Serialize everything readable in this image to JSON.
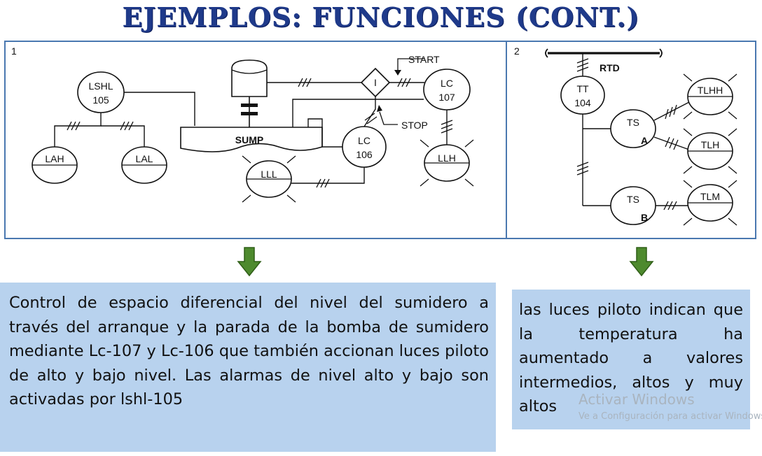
{
  "title": "EJEMPLOS: FUNCIONES (CONT.)",
  "diagram1": {
    "number": "1",
    "labels": {
      "lshl": "LSHL",
      "lshl_num": "105",
      "sump": "SUMP",
      "lah": "LAH",
      "lal": "LAL",
      "lll": "LLL",
      "llh": "LLH",
      "lc106": "LC",
      "lc106_num": "106",
      "lc107": "LC",
      "lc107_num": "107",
      "start": "START",
      "stop": "STOP",
      "interlock": "I"
    }
  },
  "diagram2": {
    "number": "2",
    "labels": {
      "rtd": "RTD",
      "tt": "TT",
      "tt_num": "104",
      "tsa": "TS",
      "tsa_sub": "A",
      "tsb": "TS",
      "tsb_sub": "B",
      "tlhh": "TLHH",
      "tlh": "TLH",
      "tlm": "TLM"
    }
  },
  "box1": {
    "text": "Control de espacio diferencial del nivel del sumidero a través del arranque y la parada de la bomba de sumidero mediante Lc-107 y Lc-106 que también accionan luces piloto de alto y bajo nivel. Las alarmas de nivel alto y bajo son activadas por lshl-105"
  },
  "box2": {
    "text": "las luces piloto indican que la temperatura ha aumentado a valores intermedios, altos y muy altos"
  },
  "watermark": {
    "line1": "Activar Windows",
    "line2": "Ve a Configuración para activar Windows."
  },
  "colors": {
    "title": "#1f3a8a",
    "frame": "#4a78b0",
    "box": "#b8d2ee",
    "arrow": "#4e8a2e"
  }
}
